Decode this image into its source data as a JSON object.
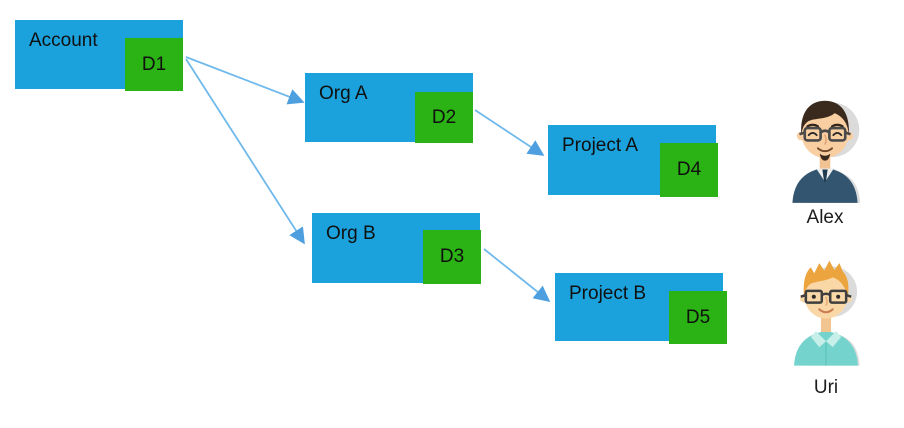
{
  "diagram": {
    "nodes": [
      {
        "id": "account",
        "label": "Account",
        "badge": "D1"
      },
      {
        "id": "org-a",
        "label": "Org A",
        "badge": "D2"
      },
      {
        "id": "project-a",
        "label": "Project A",
        "badge": "D4"
      },
      {
        "id": "org-b",
        "label": "Org B",
        "badge": "D3"
      },
      {
        "id": "project-b",
        "label": "Project B",
        "badge": "D5"
      }
    ],
    "edges": [
      {
        "from": "D1",
        "to": "Org A"
      },
      {
        "from": "D1",
        "to": "Org B"
      },
      {
        "from": "D2",
        "to": "Project A"
      },
      {
        "from": "D3",
        "to": "Project B"
      }
    ],
    "colors": {
      "node_fill": "#1BA2DC",
      "badge_fill": "#2BB214",
      "arrow_line": "#6FB9EB",
      "arrow_head": "#4D9FDF",
      "text": "#101010"
    }
  },
  "users": [
    {
      "name": "Alex"
    },
    {
      "name": "Uri"
    }
  ]
}
